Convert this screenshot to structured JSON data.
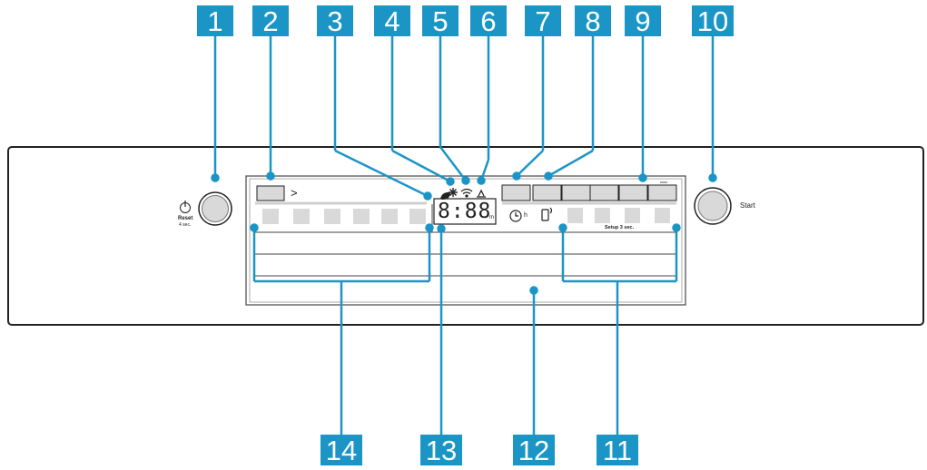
{
  "callouts_top": [
    "1",
    "2",
    "3",
    "4",
    "5",
    "6",
    "7",
    "8",
    "9",
    "10"
  ],
  "callouts_bottom": [
    "14",
    "13",
    "12",
    "11"
  ],
  "panel": {
    "reset_label": "Reset",
    "reset_sub": "4 sec.",
    "display_digits": "8:88",
    "display_unit": "m",
    "timer_unit": "h",
    "setup_label": "Setup 3 sec.",
    "start_label": "Start",
    "prev_arrow": ">"
  },
  "colors": {
    "callout_badge": "#1b95c6",
    "leader_line": "#1b95c6",
    "panel_outline": "#222222",
    "button_fill": "#d9d9d9"
  },
  "icons": [
    "power-icon",
    "eco-icon",
    "rinse-aid-icon",
    "wifi-icon",
    "salt-icon",
    "clock-icon",
    "remote-start-icon"
  ]
}
